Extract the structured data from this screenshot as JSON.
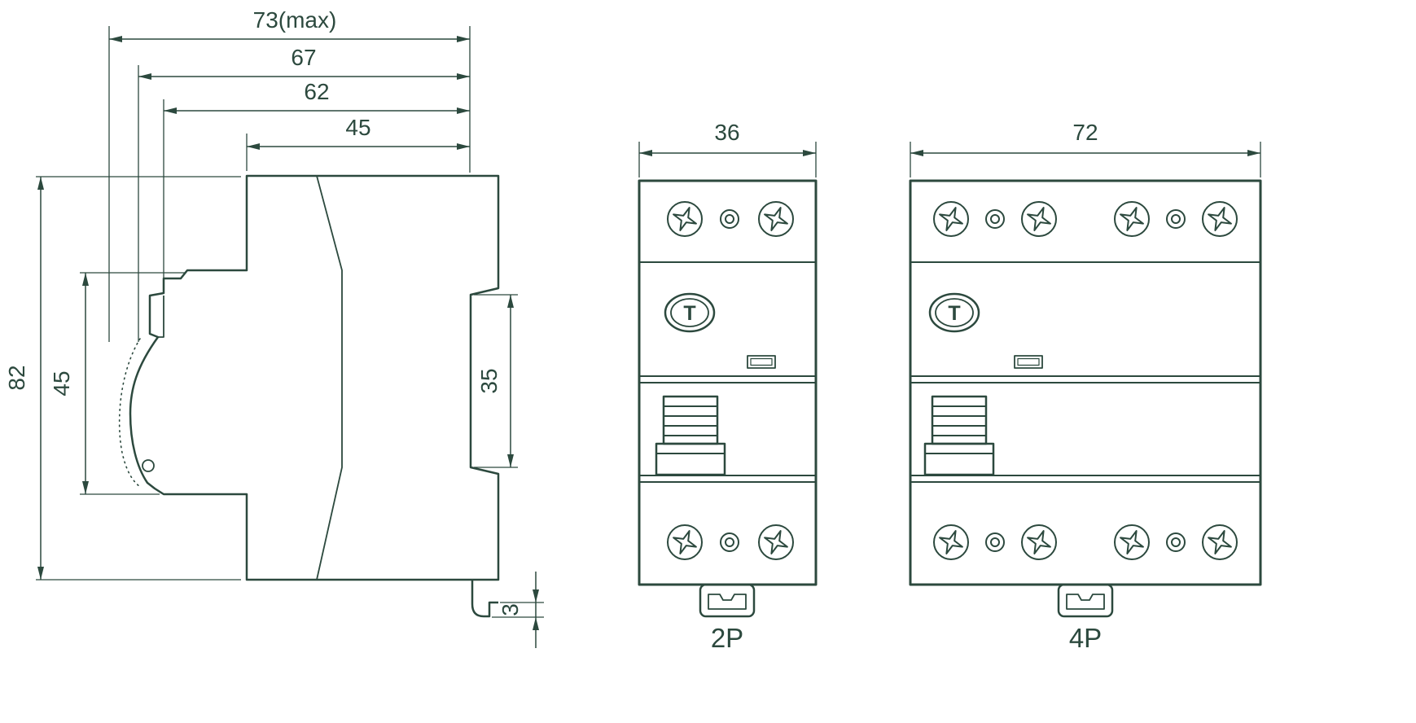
{
  "drawing": {
    "ink_color": "#2c493e",
    "background_color": "#ffffff",
    "side_view": {
      "dim_depth_max": "73(max)",
      "dim_depth_67": "67",
      "dim_depth_62": "62",
      "dim_depth_45": "45",
      "dim_height_82": "82",
      "dim_front_height_45": "45",
      "dim_rail_recess_35": "35",
      "dim_clip_3": "3"
    },
    "front_view_2p": {
      "dim_width": "36",
      "test_button_label": "T",
      "pole_label": "2P"
    },
    "front_view_4p": {
      "dim_width": "72",
      "test_button_label": "T",
      "pole_label": "4P"
    }
  }
}
